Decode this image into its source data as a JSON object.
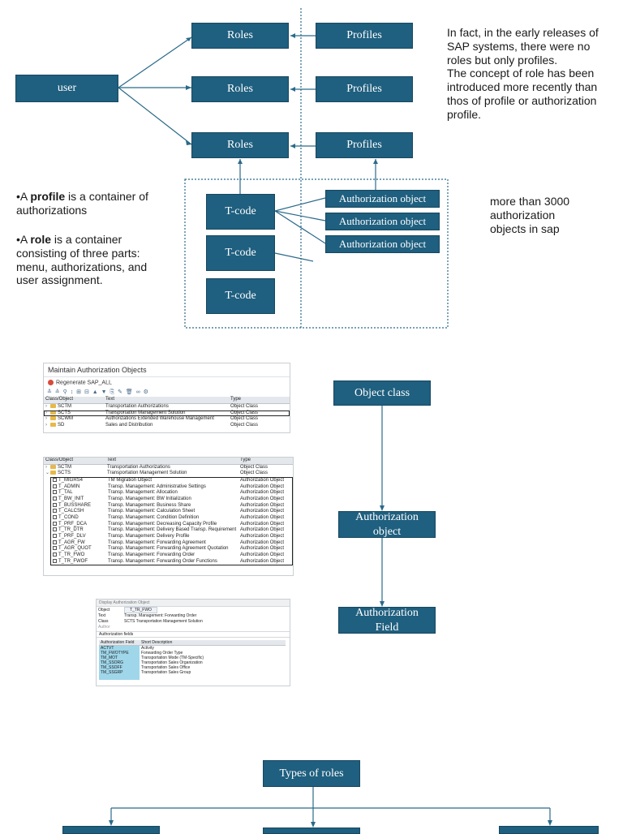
{
  "diagram1": {
    "user": "user",
    "roles": [
      "Roles",
      "Roles",
      "Roles"
    ],
    "profiles": [
      "Profiles",
      "Profiles",
      "Profiles"
    ],
    "tcodes": [
      "T-code",
      "T-code",
      "T-code"
    ],
    "auth_objects": [
      "Authorization object",
      "Authorization object",
      "Authorization object"
    ],
    "note_right_lines": [
      "In fact, in the early releases of",
      "SAP systems, there were no",
      "roles but only profiles.",
      "The concept of role has been",
      "introduced more recently than",
      "thos of profile or authorization",
      "profile."
    ],
    "note_objects_lines": [
      "more than 3000",
      "authorization",
      "objects in sap"
    ],
    "profile_def": {
      "prefix": "•A ",
      "term": "profile",
      "rest1": " is a container of",
      "line2": "authorizations"
    },
    "role_def": {
      "prefix": "•A ",
      "term": "role",
      "rest1": " is a container",
      "line2": "consisting of three parts:",
      "line3": "menu, authorizations, and",
      "line4": "user assignment."
    }
  },
  "diagram2": {
    "object_class": "Object class",
    "auth_object": [
      "Authorization",
      "object"
    ],
    "auth_field": [
      "Authorization",
      "Field"
    ]
  },
  "screenshot1": {
    "title": "Maintain Authorization Objects",
    "action": "Regenerate SAP_ALL",
    "columns": [
      "Class/Object",
      "Text",
      "Type"
    ],
    "rows": [
      {
        "object": "SCTM",
        "text": "Transportation Authorizations",
        "type": "Object Class"
      },
      {
        "object": "SCTS",
        "text": "Transportation Management Solution",
        "type": "Object Class"
      },
      {
        "object": "SCWM",
        "text": "Authorizations Extended Warehouse Management",
        "type": "Object Class"
      },
      {
        "object": "SD",
        "text": "Sales and Distribution",
        "type": "Object Class"
      }
    ]
  },
  "screenshot2": {
    "columns": [
      "Class/Object",
      "Text",
      "Type"
    ],
    "classes": [
      {
        "object": "SCTM",
        "text": "Transportation Authorizations",
        "type": "Object Class"
      },
      {
        "object": "SCTS",
        "text": "Transportation Management Solution",
        "type": "Object Class"
      }
    ],
    "rows": [
      {
        "object": "T_MIGRS4",
        "text": "TM Migration Object",
        "type": "Authorization Object"
      },
      {
        "object": "T_ADMIN",
        "text": "Transp. Management: Administrative Settings",
        "type": "Authorization Object"
      },
      {
        "object": "T_TAL",
        "text": "Transp. Management: Allocation",
        "type": "Authorization Object"
      },
      {
        "object": "T_BW_INIT",
        "text": "Transp. Management: BW Initialization",
        "type": "Authorization Object"
      },
      {
        "object": "T_BUSSHARE",
        "text": "Transp. Management: Business Share",
        "type": "Authorization Object"
      },
      {
        "object": "T_CALCSH",
        "text": "Transp. Management: Calculation Sheet",
        "type": "Authorization Object"
      },
      {
        "object": "T_COND",
        "text": "Transp. Management: Condition Definition",
        "type": "Authorization Object"
      },
      {
        "object": "T_PRF_DCA",
        "text": "Transp. Management: Decreasing Capacity Profile",
        "type": "Authorization Object"
      },
      {
        "object": "T_TR_DTR",
        "text": "Transp. Management: Delivery Based Transp. Requirement",
        "type": "Authorization Object"
      },
      {
        "object": "T_PRF_DLV",
        "text": "Transp. Management: Delivery Profile",
        "type": "Authorization Object"
      },
      {
        "object": "T_AGR_FW",
        "text": "Transp. Management: Forwarding Agreement",
        "type": "Authorization Object"
      },
      {
        "object": "T_AGR_QUOT",
        "text": "Transp. Management: Forwarding Agreement Quotation",
        "type": "Authorization Object"
      },
      {
        "object": "T_TR_FWO",
        "text": "Transp. Management: Forwarding Order",
        "type": "Authorization Object"
      },
      {
        "object": "T_TR_FWOF",
        "text": "Transp. Management: Forwarding Order Functions",
        "type": "Authorization Object"
      }
    ]
  },
  "screenshot3": {
    "title": "Display Authorization Object",
    "fields": [
      {
        "label": "Object",
        "value": "T_TR_FWO"
      },
      {
        "label": "Text",
        "value": "Transp. Management: Forwarding Order"
      },
      {
        "label": "Class",
        "value": "SCTS  Transportation Management Solution"
      },
      {
        "label": "Author",
        "value": ""
      }
    ],
    "section": "Authorization fields",
    "columns": [
      "Authorization Field",
      "Short Description"
    ],
    "rows": [
      {
        "field": "ACTVT",
        "desc": "Activity"
      },
      {
        "field": "TM_FWOTYPE",
        "desc": "Forwarding Order Type"
      },
      {
        "field": "TM_MOT",
        "desc": "Transportation Mode (TM-Specific)"
      },
      {
        "field": "TM_SSORG",
        "desc": "Transportation Sales Organization"
      },
      {
        "field": "TM_SSOFF",
        "desc": "Transportation Sales Office"
      },
      {
        "field": "TM_SSGRP",
        "desc": "Transportation Sales Group"
      }
    ]
  },
  "diagram3": {
    "title": "Types of roles"
  }
}
